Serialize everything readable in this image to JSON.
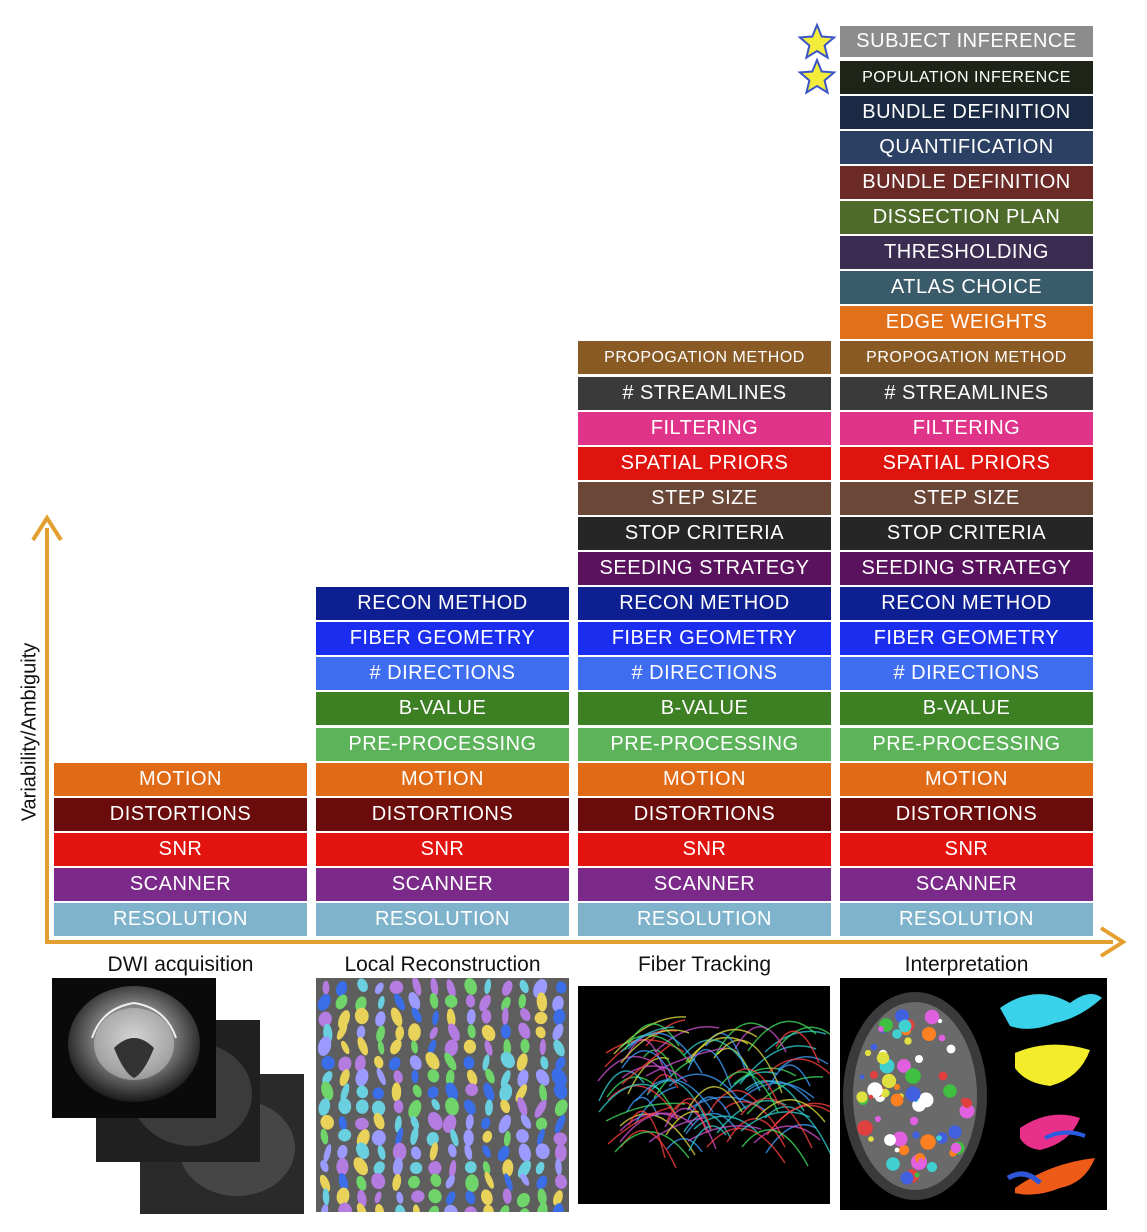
{
  "diagram": {
    "y_axis_label": "Variability/Ambiguity",
    "colors": {
      "axis": "#e3a030",
      "RESOLUTION": "#7fb3cb",
      "SCANNER": "#7b2a8a",
      "SNR": "#e3140f",
      "DISTORTIONS": "#6b0c0c",
      "MOTION": "#e06a15",
      "PRE-PROCESSING": "#5cb35a",
      "B-VALUE": "#3d7f23",
      "# DIRECTIONS": "#3f6df0",
      "FIBER GEOMETRY": "#1b2ef0",
      "RECON METHOD": "#0e1f91",
      "SEEDING STRATEGY": "#5a125e",
      "STOP CRITERIA": "#262626",
      "STEP SIZE": "#6b4737",
      "SPATIAL PRIORS": "#e0140f",
      "FILTERING": "#e0338a",
      "# STREAMLINES": "#3a3a3a",
      "PROPOGATION METHOD": "#8a5a24",
      "EDGE WEIGHTS": "#e0701a",
      "ATLAS CHOICE": "#3a5b69",
      "THRESHOLDING": "#3b2c52",
      "DISSECTION PLAN": "#4f6b2a",
      "BUNDLE DEFINITION 2": "#6b2a25",
      "QUANTIFICATION": "#2c4063",
      "BUNDLE DEFINITION 1": "#1a2a45",
      "POPULATION INFERENCE": "#1f2418",
      "SUBJECT INFERENCE": "#8c8c8c",
      "star": "#f4ec3a",
      "star_outline": "#3b55c8"
    },
    "stages": [
      {
        "name": "DWI acquisition",
        "blocks": [
          "RESOLUTION",
          "SCANNER",
          "SNR",
          "DISTORTIONS",
          "MOTION"
        ]
      },
      {
        "name": "Local Reconstruction",
        "blocks": [
          "RESOLUTION",
          "SCANNER",
          "SNR",
          "DISTORTIONS",
          "MOTION",
          "PRE-PROCESSING",
          "B-VALUE",
          "# DIRECTIONS",
          "FIBER GEOMETRY",
          "RECON METHOD"
        ]
      },
      {
        "name": "Fiber Tracking",
        "blocks": [
          "RESOLUTION",
          "SCANNER",
          "SNR",
          "DISTORTIONS",
          "MOTION",
          "PRE-PROCESSING",
          "B-VALUE",
          "# DIRECTIONS",
          "FIBER GEOMETRY",
          "RECON METHOD",
          "SEEDING STRATEGY",
          "STOP CRITERIA",
          "STEP SIZE",
          "SPATIAL PRIORS",
          "FILTERING",
          "# STREAMLINES",
          "PROPOGATION METHOD"
        ]
      },
      {
        "name": "Interpretation",
        "blocks": [
          "RESOLUTION",
          "SCANNER",
          "SNR",
          "DISTORTIONS",
          "MOTION",
          "PRE-PROCESSING",
          "B-VALUE",
          "# DIRECTIONS",
          "FIBER GEOMETRY",
          "RECON METHOD",
          "SEEDING STRATEGY",
          "STOP CRITERIA",
          "STEP SIZE",
          "SPATIAL PRIORS",
          "FILTERING",
          "# STREAMLINES",
          "PROPOGATION METHOD",
          "EDGE WEIGHTS",
          "ATLAS CHOICE",
          "THRESHOLDING",
          "DISSECTION PLAN",
          "BUNDLE DEFINITION",
          "QUANTIFICATION",
          "BUNDLE DEFINITION",
          "POPULATION INFERENCE",
          "SUBJECT INFERENCE"
        ],
        "starred": [
          "POPULATION INFERENCE",
          "SUBJECT INFERENCE"
        ]
      }
    ],
    "images": [
      {
        "stage": "DWI acquisition",
        "icon": "mri-slices-image"
      },
      {
        "stage": "Local Reconstruction",
        "icon": "fiber-glyphs-image"
      },
      {
        "stage": "Fiber Tracking",
        "icon": "tractography-image"
      },
      {
        "stage": "Interpretation",
        "icon": "connectome-bundles-image"
      }
    ]
  }
}
